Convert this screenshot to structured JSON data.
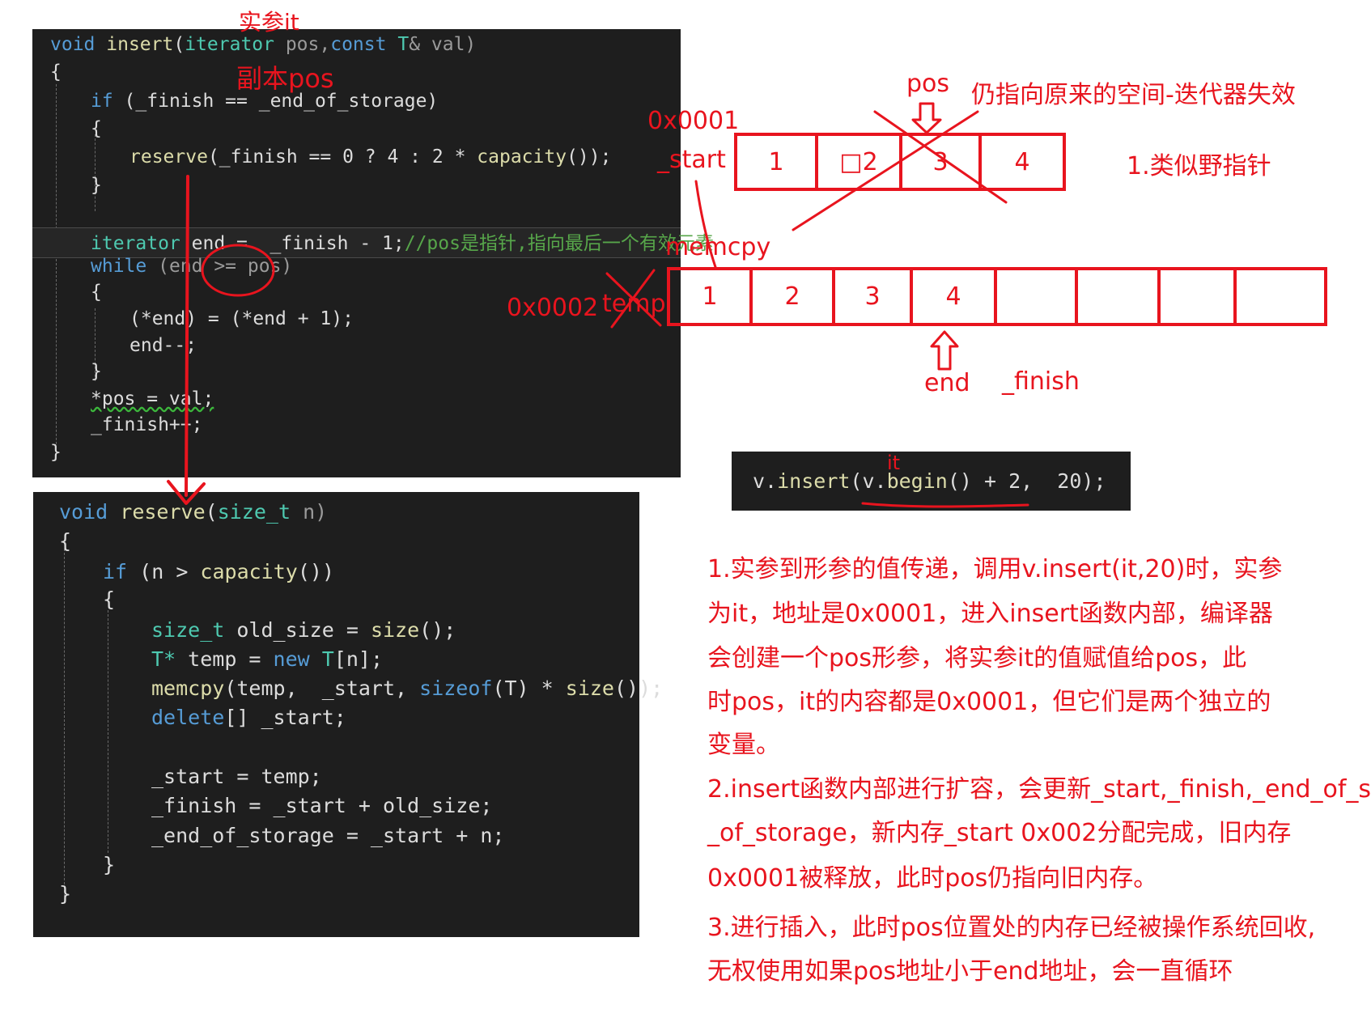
{
  "insert_code": {
    "sig": {
      "kw_void": "void",
      "fn": "insert",
      "p1": "(",
      "ty_iter": "iterator",
      "p2": " pos,",
      "kw_const": "const",
      "ty_T": " T",
      "p3": "& val)"
    },
    "brace_open": "{",
    "if_line": {
      "kw": "if",
      "rest": " (_finish == _end_of_storage)"
    },
    "brace1": "{",
    "reserve_line": {
      "fn": "reserve",
      "rest": "(_finish == 0 ? 4 : 2 * ",
      "fn2": "capacity",
      "end": "());"
    },
    "brace2": "}",
    "iter_line": {
      "ty": "iterator",
      "rest": " end =  _finish - 1;",
      "cm": "//pos是指针,指向最后一个有效元素"
    },
    "while_line": {
      "kw": "while",
      "rest": " (end >= pos)"
    },
    "brace3": "{",
    "assign_line": "(*end) = (*end + 1);",
    "dec_line": "end--;",
    "brace4": "}",
    "pos_line": "*pos = val;",
    "finish_line": "_finish++;",
    "brace_close": "}"
  },
  "reserve_code": {
    "sig": {
      "kw_void": "void",
      "fn": "reserve",
      "p1": "(",
      "ty": "size_t",
      "p2": " n)"
    },
    "brace_open": "{",
    "if_line": {
      "kw": "if",
      "rest1": " (n > ",
      "fn": "capacity",
      "rest2": "())"
    },
    "brace1": "{",
    "l1": {
      "ty": "size_t",
      "rest": " old_size = ",
      "fn": "size",
      "end": "();"
    },
    "l2": {
      "ty": "T*",
      "rest": " temp = ",
      "kw": "new",
      "ty2": " T",
      "end": "[n];"
    },
    "l3": {
      "fn": "memcpy",
      "rest": "(temp,  _start, ",
      "kw": "sizeof",
      "mid": "(T) * ",
      "fn2": "size",
      "end": "());"
    },
    "l4": {
      "kw": "delete",
      "rest": "[] _start;"
    },
    "l5": "_start = temp;",
    "l6": "_finish = _start + old_size;",
    "l7": "_end_of_storage = _start + n;",
    "brace2": "}",
    "brace_close": "}"
  },
  "call_code": {
    "obj": "v.",
    "fn": "insert",
    "p1": "(v.",
    "fn2": "begin",
    "p2": "() + 2,  20);"
  },
  "annotations": {
    "actual_it": "实参it",
    "copy_pos": "副本pos",
    "pos_label": "pos",
    "still_old": "仍指向原来的空间-迭代器失效",
    "addr1": "0x0001",
    "start_label": "_start",
    "wild_ptr": "1.类似野指针",
    "memcpy_label": "memcpy",
    "addr2": "0x0002",
    "temp_label": "temp",
    "end_label": "end",
    "finish_label": "_finish",
    "it_label": "it"
  },
  "old_array": [
    "1",
    "□2",
    "3",
    "4"
  ],
  "new_array": [
    "1",
    "2",
    "3",
    "4",
    "",
    "",
    "",
    ""
  ],
  "notes": [
    "1.实参到形参的值传递，调用v.insert(it,20)时，实参",
    "为it，地址是0x0001，进入insert函数内部，编译器",
    "会创建一个pos形参，将实参it的值赋值给pos，此",
    "时pos，it的内容都是0x0001，但它们是两个独立的",
    "变量。",
    "2.insert函数内部进行扩容，会更新_start,_finish,_end_of_s",
    "_of_storage，新内存_start 0x002分配完成，旧内存",
    "0x0001被释放，此时pos仍指向旧内存。",
    "3.进行插入，此时pos位置处的内存已经被操作系统回收,",
    "无权使用如果pos地址小于end地址，会一直循环"
  ]
}
